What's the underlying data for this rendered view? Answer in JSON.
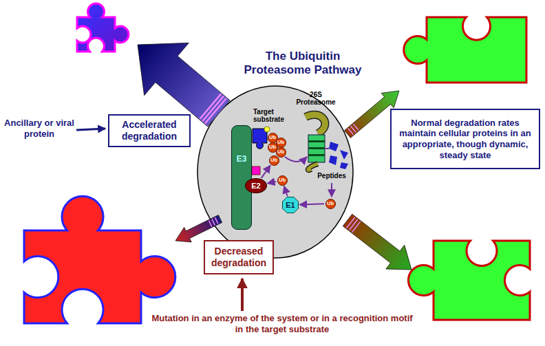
{
  "diagram": {
    "title": "The Ubiquitin Proteasome Pathway",
    "nodes": [
      {
        "text": [
          "Accelerated degradation"
        ]
      },
      {
        "text": [
          "Normal degradation rates maintain cellular proteins in an appropriate, though dynamic, steady state"
        ]
      },
      {
        "text": [
          "Decreased degradation"
        ]
      },
      {
        "text": [
          "E3"
        ]
      },
      {
        "text": [
          "E2"
        ]
      },
      {
        "text": [
          "E1"
        ]
      },
      {
        "text": [
          "Ub"
        ]
      },
      {
        "text": [
          "Ub"
        ]
      },
      {
        "text": [
          "Ub"
        ]
      },
      {
        "text": [
          "Ub"
        ]
      },
      {
        "text": [
          "Ub"
        ]
      },
      {
        "text": [
          "Ub"
        ]
      },
      {
        "text": [
          "Ub"
        ]
      }
    ],
    "edges": [
      {
        "from": 12,
        "to": 5,
        "arrow": "to"
      },
      {
        "from": 5,
        "to": 11,
        "arrow": "to"
      },
      {
        "from": 11,
        "to": 4,
        "arrow": "to"
      },
      {
        "from": 4,
        "to": 10,
        "arrow": "to"
      }
    ],
    "labels": [
      "Ancillary or viral protein",
      "Target substrate",
      "26S Proteasome",
      "Peptides",
      "Mutation in an enzyme of the system or in a recognition motif in the target substrate"
    ]
  }
}
